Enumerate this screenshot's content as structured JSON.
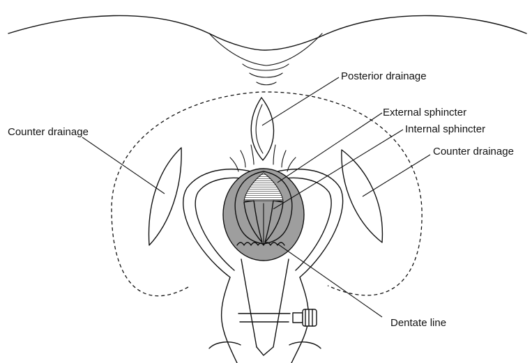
{
  "labels": {
    "posterior_drainage": "Posterior drainage",
    "external_sphincter": "External sphincter",
    "internal_sphincter": "Internal sphincter",
    "counter_drainage_left": "Counter drainage",
    "counter_drainage_right": "Counter drainage",
    "dentate_line": "Dentate line"
  },
  "colors": {
    "line": "#111111",
    "sphincter_shade": "#9e9e9e",
    "incision_fill": "#ececec",
    "background": "#ffffff"
  }
}
